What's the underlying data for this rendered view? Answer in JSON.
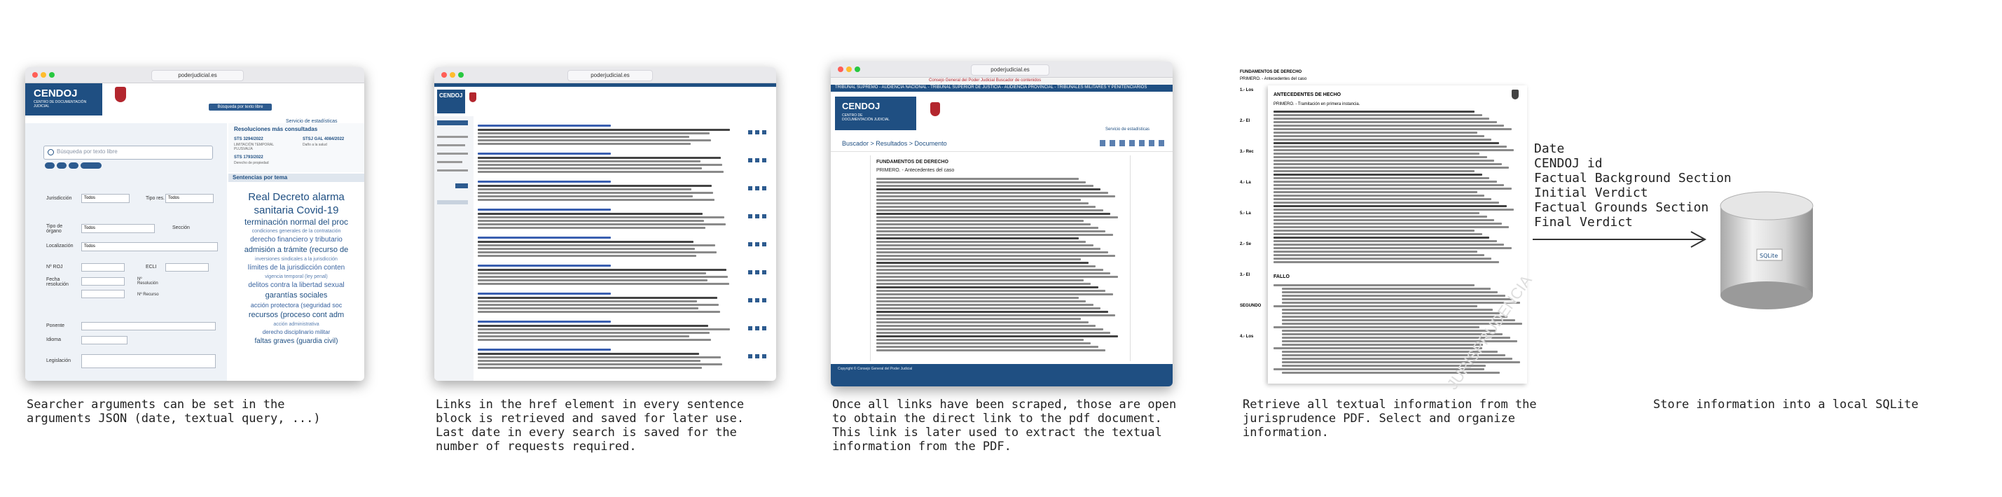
{
  "steps": [
    {
      "window_url": "poderjudicial.es",
      "caption": "Searcher arguments can be set in the\narguments JSON (date, textual query, ...)",
      "logo_main": "CENDOJ",
      "logo_sub": "CENTRO DE DOCUMENTACIÓN JUDICIAL",
      "search_placeholder": "Búsqueda por texto libre",
      "button": "Búsqueda por texto libre",
      "panel_title": "Resoluciones más consultadas",
      "tab_sentencias": "Sentencias por tema",
      "stats_link": "Servicio de estadísticas",
      "form_labels": [
        "Jurisdicción",
        "Tipo de órgano",
        "Localización",
        "Nº ROJ",
        "Fecha resolución",
        "Ponente",
        "Idioma",
        "Legislación"
      ],
      "form_selects": [
        "Todos",
        "Todos",
        "Todos",
        "Todos"
      ],
      "form_label_right": [
        "Tipo res.",
        "Sección",
        "ECLI",
        "Nº Resolución",
        "Nº Recurso"
      ],
      "popular": [
        {
          "id": "STS 3294/2022",
          "text": "LIMITACIÓN TEMPORAL PLUSVALÍA"
        },
        {
          "id": "STSJ GAL 4084/2022",
          "text": "Daño a la salud"
        },
        {
          "id": "STS 1793/2022",
          "text": "Derecho de propiedad"
        }
      ],
      "word_cloud": [
        "Real Decreto alarma",
        "sanitaria Covid-19",
        "terminación normal del proc",
        "condiciones generales de la contratación",
        "derecho financiero y tributario",
        "admisión a trámite (recurso de",
        "inversiones sindicales a la jurisdicción",
        "límites de la jurisdicción conten",
        "vigencia temporal (ley penal)",
        "delitos contra la libertad sexual",
        "garantías sociales",
        "acción protectora (seguridad soc",
        "recursos (proceso cont adm",
        "acción administrativa",
        "derecho disciplinario militar",
        "faltas graves (guardia civil)"
      ]
    },
    {
      "window_url": "poderjudicial.es",
      "caption": "Links in the href element in every sentence\nblock is retrieved and saved for later use.\nLast date in every search is saved for the\nnumber of requests required.",
      "logo_main": "CENDOJ"
    },
    {
      "window_url": "poderjudicial.es",
      "caption": "Once all links have been scraped, those are open\nto obtain the direct link to the pdf document.\nThis link is later used to extract the textual\ninformation from the PDF.",
      "logo_main": "CENDOJ",
      "logo_sub": "CENTRO DE DOCUMENTACIÓN JUDICIAL",
      "top_banner": "Consejo General del Poder Judicial  Buscador de contenidos",
      "nav_strip": "TRIBUNAL SUPREMO - AUDIENCIA NACIONAL - TRIBUNAL SUPERIOR DE JUSTICIA - AUDIENCIA PROVINCIAL - TRIBUNALES MILITARES Y PENITENCIARIOS",
      "breadcrumb": "Buscador  >  Resultados  >  Documento",
      "doc_heading": "FUNDAMENTOS DE DERECHO",
      "doc_subheading": "PRIMERO. - Antecedentes del caso",
      "stats_link": "Servicio de estadísticas",
      "footer": "Copyright © Consejo General del Poder Judicial"
    },
    {
      "caption": "Retrieve all textual information from the\njurisprudence PDF. Select and organize\ninformation.",
      "heading_1": "FUNDAMENTOS DE DERECHO",
      "heading_2": "PRIMERO. - Antecedentes del caso",
      "heading_3": "ANTECEDENTES DE HECHO",
      "heading_4": "PRIMERO. - Tramitación en primera instancia.",
      "fallo": "FALLO",
      "watermark": "JURISPRUDENCIA",
      "left_items": [
        "1.- Los",
        "2.- El",
        "3.- Rec",
        "4.- La",
        "5.- La",
        "2.- Se",
        "3.- El",
        "SEGUNDO",
        "4.- Los"
      ]
    },
    {
      "caption": "Store information into a local SQLite",
      "fields": [
        "Date",
        "CENDOJ id",
        "Factual Background Section",
        "Initial Verdict",
        "Factual Grounds Section",
        "Final Verdict"
      ],
      "db_label": "SQLite"
    }
  ]
}
